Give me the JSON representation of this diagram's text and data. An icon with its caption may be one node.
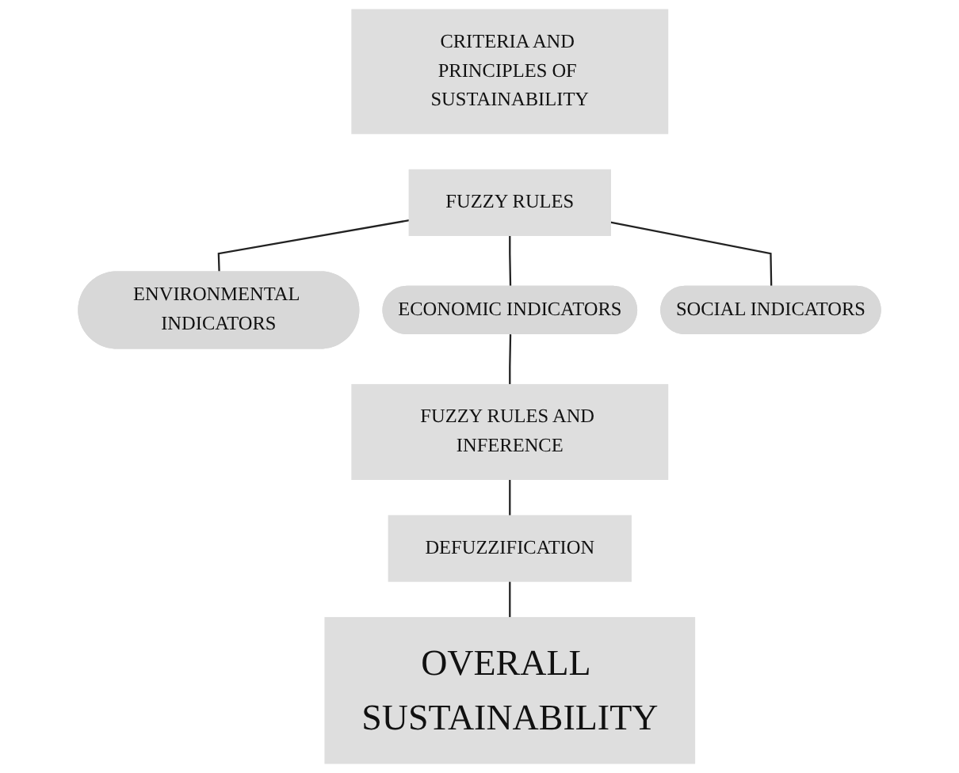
{
  "diagram": {
    "nodes": [
      {
        "text": [
          "CRITERIA AND PRINCIPLES OF SUSTAINABILITY"
        ]
      },
      {
        "text": [
          "FUZZY RULES"
        ]
      },
      {
        "text": [
          "ENVIRONMENTAL INDICATORS"
        ]
      },
      {
        "text": [
          "ECONOMIC INDICATORS"
        ]
      },
      {
        "text": [
          "SOCIAL INDICATORS"
        ]
      },
      {
        "text": [
          "FUZZY RULES AND INFERENCE"
        ]
      },
      {
        "text": [
          "DEFUZZIFICATION"
        ]
      },
      {
        "text": [
          "OVERALL SUSTAINABILITY"
        ]
      }
    ],
    "edges": [
      {
        "from": 1,
        "to": 2,
        "arrow": "none"
      },
      {
        "from": 1,
        "to": 3,
        "arrow": "none"
      },
      {
        "from": 1,
        "to": 4,
        "arrow": "none"
      },
      {
        "from": 3,
        "to": 5,
        "arrow": "none"
      },
      {
        "from": 5,
        "to": 6,
        "arrow": "none"
      },
      {
        "from": 6,
        "to": 7,
        "arrow": "none"
      }
    ]
  }
}
